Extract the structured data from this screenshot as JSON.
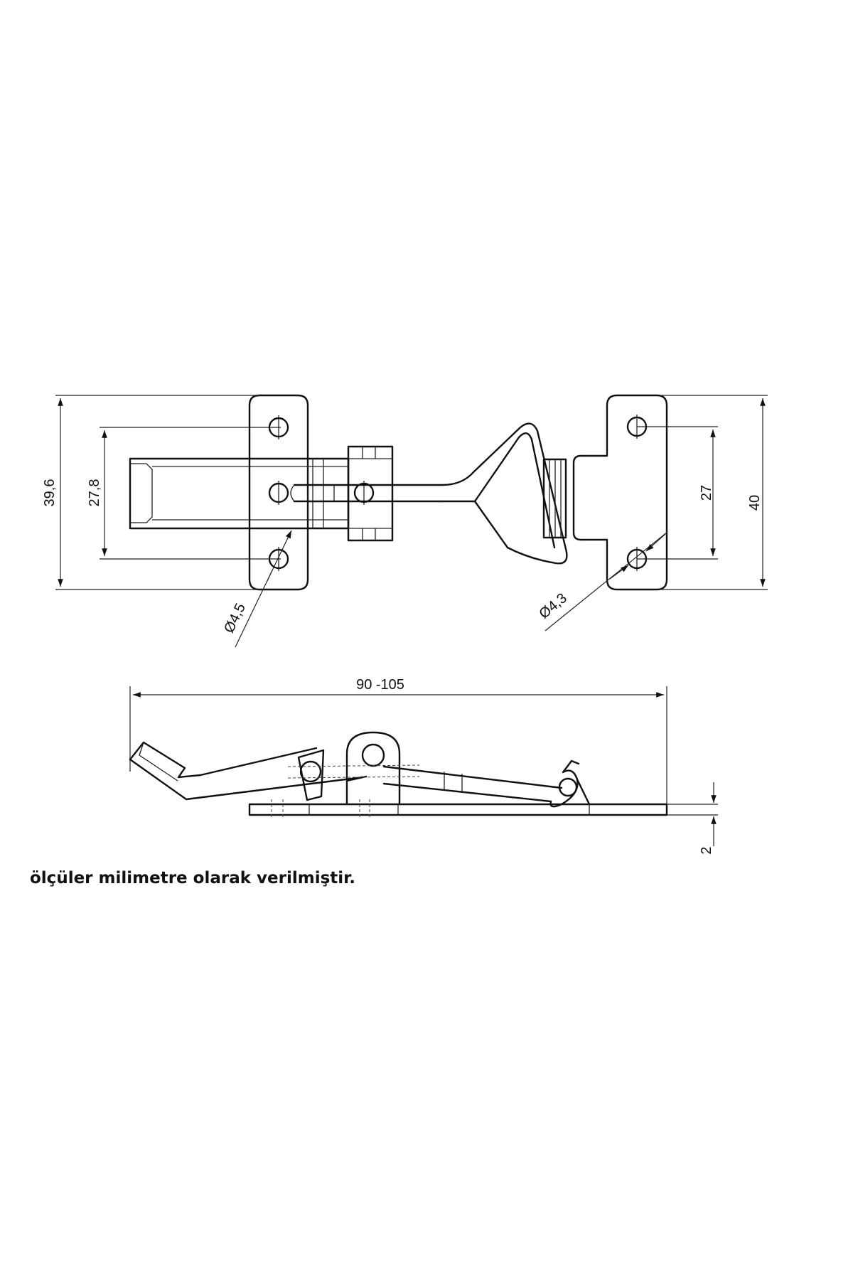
{
  "dimensions": {
    "left_height": "39,6",
    "left_hole_spacing": "27,8",
    "right_hole_spacing": "27",
    "right_height": "40",
    "left_hole_diameter": "Ø4,5",
    "right_hole_diameter": "Ø4,3",
    "overall_length": "90 -105",
    "base_thickness": "2"
  },
  "caption": "ölçüler milimetre olarak verilmiştir."
}
